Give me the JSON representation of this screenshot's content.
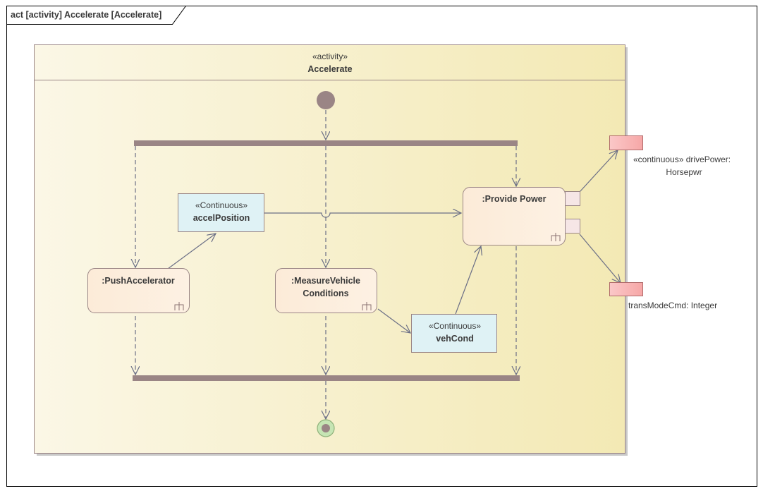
{
  "frame": {
    "title": "act [activity] Accelerate [Accelerate]"
  },
  "activity": {
    "stereotype": "«activity»",
    "name": "Accelerate"
  },
  "actions": [
    {
      "id": "push",
      "name": ":PushAccelerator"
    },
    {
      "id": "measure",
      "name_line1": ":MeasureVehicle",
      "name_line2": "Conditions"
    },
    {
      "id": "power",
      "name": ":Provide Power"
    }
  ],
  "objects": [
    {
      "id": "accel",
      "stereotype": "«Continuous»",
      "name": "accelPosition"
    },
    {
      "id": "veh",
      "stereotype": "«Continuous»",
      "name": "vehCond"
    }
  ],
  "parameters": [
    {
      "id": "drivePower",
      "stereotype": "«continuous»",
      "label_line1": "drivePower:",
      "label_line2": "Horsepwr"
    },
    {
      "id": "transMode",
      "label": "transModeCmd: Integer"
    }
  ],
  "colors": {
    "frame_border": "#000000",
    "activity_fill_left": "#fbf7e6",
    "activity_fill_right": "#f3e9b4",
    "action_fill": "#fdeed9",
    "object_fill": "#dff2f5",
    "param_fill": "#f8b7b7",
    "bar": "#9a8585",
    "initial_node": "#9a8585",
    "final_ring": "#c6e5b4",
    "edge": "#6b6f86"
  },
  "icons": [
    "rake-icon",
    "arrowhead-icon"
  ]
}
